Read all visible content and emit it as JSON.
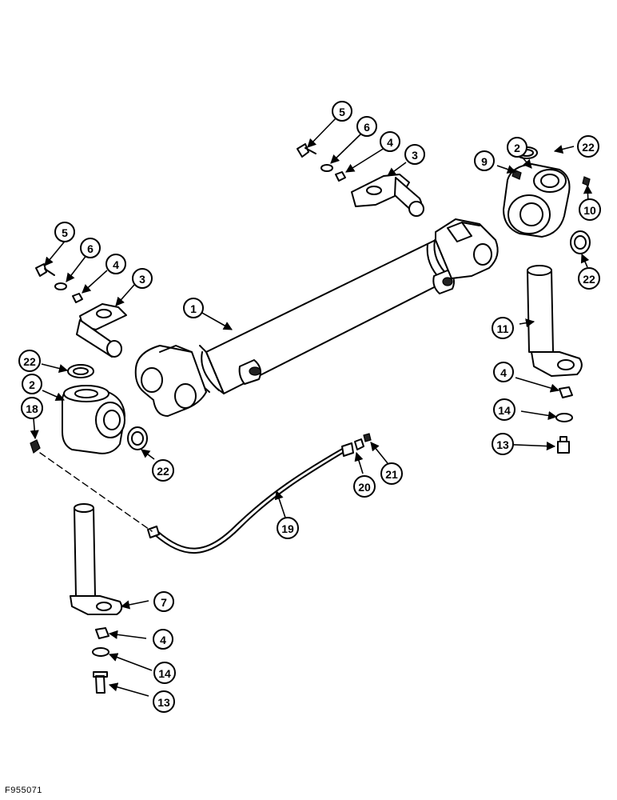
{
  "figure_code": "F955071",
  "callouts": [
    {
      "label": "1"
    },
    {
      "label": "2"
    },
    {
      "label": "2"
    },
    {
      "label": "3"
    },
    {
      "label": "3"
    },
    {
      "label": "4"
    },
    {
      "label": "4"
    },
    {
      "label": "4"
    },
    {
      "label": "4"
    },
    {
      "label": "5"
    },
    {
      "label": "5"
    },
    {
      "label": "6"
    },
    {
      "label": "6"
    },
    {
      "label": "7"
    },
    {
      "label": "9"
    },
    {
      "label": "10"
    },
    {
      "label": "11"
    },
    {
      "label": "13"
    },
    {
      "label": "13"
    },
    {
      "label": "14"
    },
    {
      "label": "14"
    },
    {
      "label": "18"
    },
    {
      "label": "19"
    },
    {
      "label": "20"
    },
    {
      "label": "21"
    },
    {
      "label": "22"
    },
    {
      "label": "22"
    },
    {
      "label": "22"
    },
    {
      "label": "22"
    }
  ]
}
